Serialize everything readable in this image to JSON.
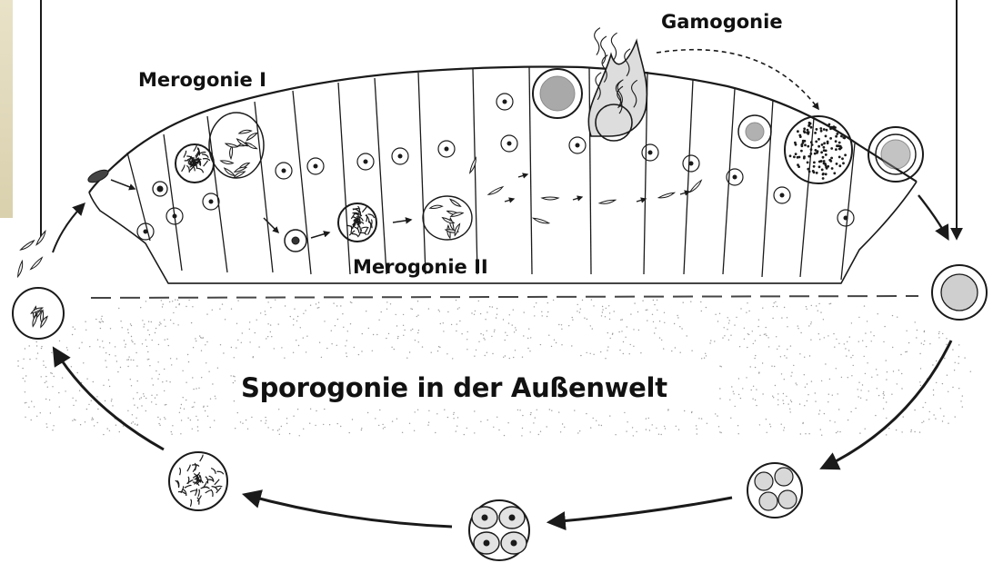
{
  "diagram": {
    "labels": {
      "gamogonie": "Gamogonie",
      "merogonie_1": "Merogonie I",
      "merogonie_2": "Merogonie II",
      "sporogonie": "Sporogonie in der Außenwelt"
    },
    "colors": {
      "ink": "#1a1a1a",
      "background": "#ffffff",
      "stipple": "#9a9a9a",
      "side_strip": "#e2d9b8"
    }
  }
}
